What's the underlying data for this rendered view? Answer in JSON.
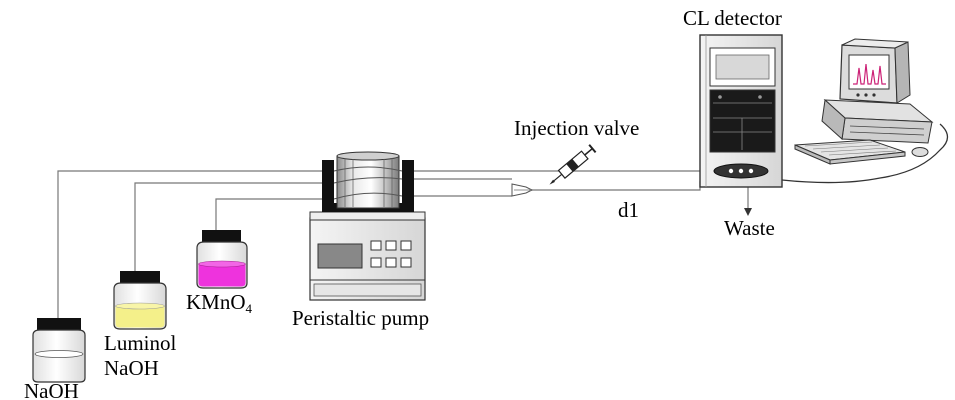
{
  "labels": {
    "cl_detector": "CL detector",
    "injection_valve": "Injection valve",
    "d1": "d1",
    "waste": "Waste",
    "kmno4_main": "KMnO",
    "kmno4_sub": "4",
    "luminol_line1": "Luminol",
    "luminol_line2": "NaOH",
    "naoh": "NaOH",
    "peristaltic_pump": "Peristaltic pump"
  },
  "colors": {
    "kmno4_solution": "#ee33dd",
    "luminol_solution": "#f4f08a",
    "naoh_solution": "#ffffff",
    "monitor_trace": "#cc2277"
  },
  "icons": [
    "naoh-bottle",
    "luminol-bottle",
    "kmno4-bottle",
    "peristaltic-pump",
    "injection-valve-syringe",
    "cl-detector",
    "computer"
  ]
}
